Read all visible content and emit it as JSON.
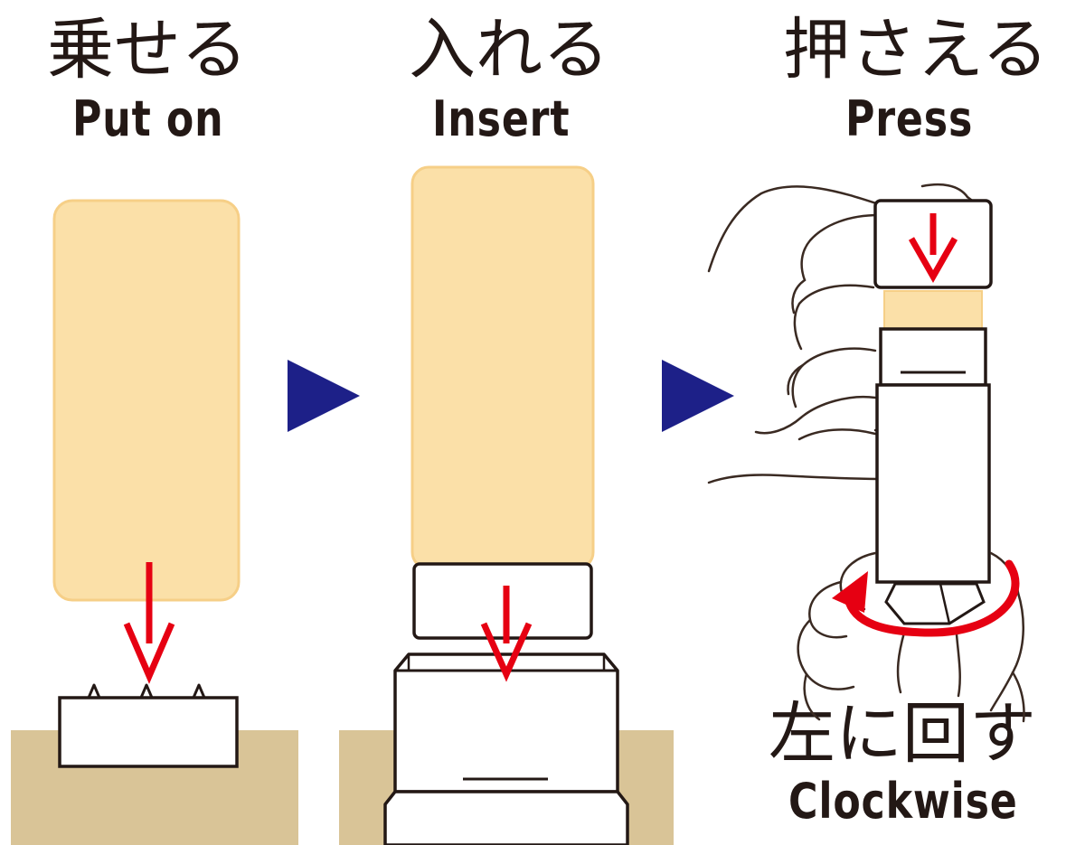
{
  "steps": [
    {
      "label_jp": "乗せる",
      "label_en": "Put on"
    },
    {
      "label_jp": "入れる",
      "label_en": "Insert"
    },
    {
      "label_jp": "押さえる",
      "label_en": "Press"
    }
  ],
  "rotate_note": {
    "label_jp": "左に回す",
    "label_en": "Clockwise"
  },
  "colors": {
    "text": "#231815",
    "arrow_red": "#e60012",
    "next_triangle": "#1d2088",
    "block_fill": "#fbe0a8",
    "block_edge": "#f6cf87",
    "table": "#d9c497",
    "outline": "#231815",
    "hand_line": "#3a2a22"
  },
  "icons": [
    "next-step-triangle-icon",
    "down-arrow-icon",
    "rotate-arrow-icon",
    "hand-icon"
  ]
}
